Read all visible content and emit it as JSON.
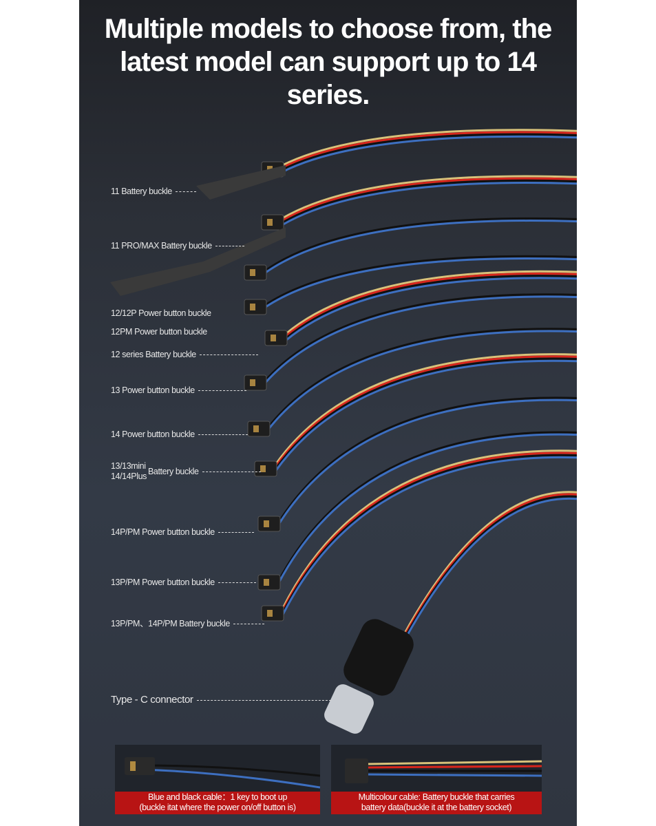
{
  "headline": "Multiple models to choose from, the latest model can support up to 14 series.",
  "labels": {
    "l1": "11 Battery buckle",
    "l2": "11 PRO/MAX Battery buckle",
    "l3": "12/12P Power button buckle",
    "l4": "12PM Power button buckle",
    "l5": "12 series Battery buckle",
    "l6": "13 Power button buckle",
    "l7": "14 Power button buckle",
    "l8a": "13/13mini",
    "l8b": "14/14Plus",
    "l8c": "Battery buckle",
    "l9": "14P/PM Power button buckle",
    "l10": "13P/PM Power button buckle",
    "l11": "13P/PM、14P/PM Battery buckle",
    "l12": "Type - C connector"
  },
  "captions": {
    "left_line1": "Blue and black cable：1 key to boot up",
    "left_line2": "(buckle itat where the power on/off button is)",
    "right_line1": "Multicolour cable: Battery buckle that carries",
    "right_line2": "battery data(buckle it at the battery socket)"
  },
  "colors": {
    "red": "#d8261c",
    "blue": "#3d6fc0",
    "yellow": "#d9c27a",
    "black": "#111",
    "caption_bg": "#b81414"
  }
}
